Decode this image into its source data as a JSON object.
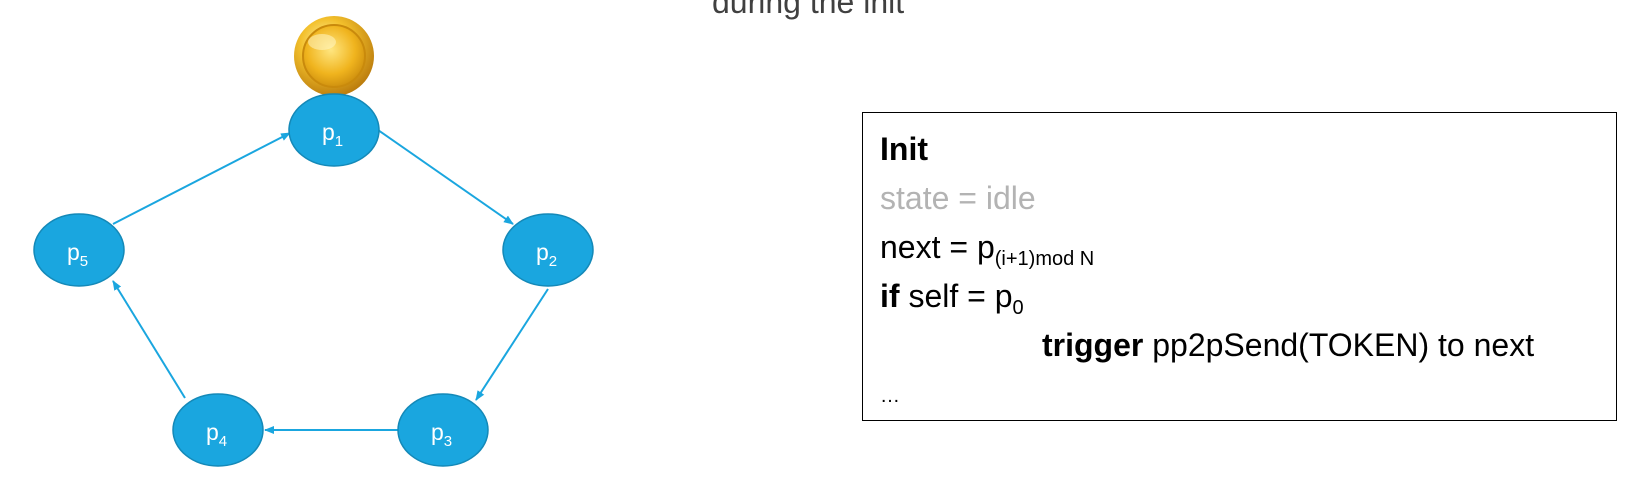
{
  "caption": "during the init",
  "ring": {
    "nodes": [
      {
        "name": "p",
        "sub": "1"
      },
      {
        "name": "p",
        "sub": "2"
      },
      {
        "name": "p",
        "sub": "3"
      },
      {
        "name": "p",
        "sub": "4"
      },
      {
        "name": "p",
        "sub": "5"
      }
    ],
    "token_icon": "gold-coin-icon",
    "node_color": "#1aa6df",
    "arrow_color": "#1aa6df"
  },
  "code": {
    "title": "Init",
    "state_line": "state = idle",
    "next_prefix": "next = p",
    "next_sub": "(i+1)mod N",
    "if_keyword": "if",
    "if_rest": " self = p",
    "if_sub": "0",
    "trigger_keyword": "trigger",
    "trigger_rest": " pp2pSend(TOKEN) to next",
    "ellipsis": "…"
  }
}
